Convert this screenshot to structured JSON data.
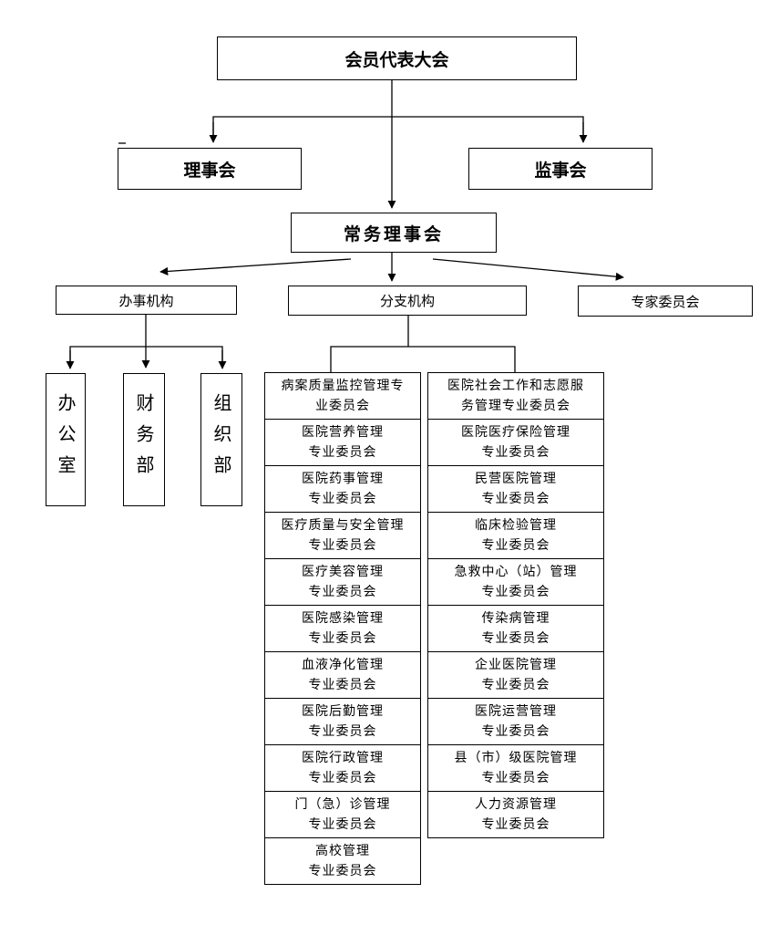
{
  "top": {
    "title": "会员代表大会"
  },
  "level2": {
    "left": "理事会",
    "right": "监事会"
  },
  "standing": {
    "title": "常务理事会"
  },
  "level4": {
    "office": "办事机构",
    "branch": "分支机构",
    "expert": "专家委员会"
  },
  "departments": [
    "办公室",
    "财务部",
    "组织部"
  ],
  "branch_left": [
    {
      "l1": "病案质量监控管理专",
      "l2": "业委员会"
    },
    {
      "l1": "医院营养管理",
      "l2": "专业委员会"
    },
    {
      "l1": "医院药事管理",
      "l2": "专业委员会"
    },
    {
      "l1": "医疗质量与安全管理",
      "l2": "专业委员会"
    },
    {
      "l1": "医疗美容管理",
      "l2": "专业委员会"
    },
    {
      "l1": "医院感染管理",
      "l2": "专业委员会"
    },
    {
      "l1": "血液净化管理",
      "l2": "专业委员会"
    },
    {
      "l1": "医院后勤管理",
      "l2": "专业委员会"
    },
    {
      "l1": "医院行政管理",
      "l2": "专业委员会"
    },
    {
      "l1": "门（急）诊管理",
      "l2": "专业委员会"
    },
    {
      "l1": "高校管理",
      "l2": "专业委员会"
    }
  ],
  "branch_right": [
    {
      "l1": "医院社会工作和志愿服",
      "l2": "务管理专业委员会"
    },
    {
      "l1": "医院医疗保险管理",
      "l2": "专业委员会"
    },
    {
      "l1": "民营医院管理",
      "l2": "专业委员会"
    },
    {
      "l1": "临床检验管理",
      "l2": "专业委员会"
    },
    {
      "l1": "急救中心（站）管理",
      "l2": "专业委员会"
    },
    {
      "l1": "传染病管理",
      "l2": "专业委员会"
    },
    {
      "l1": "企业医院管理",
      "l2": "专业委员会"
    },
    {
      "l1": "医院运营管理",
      "l2": "专业委员会"
    },
    {
      "l1": "县（市）级医院管理",
      "l2": "专业委员会"
    },
    {
      "l1": "人力资源管理",
      "l2": "专业委员会"
    }
  ]
}
